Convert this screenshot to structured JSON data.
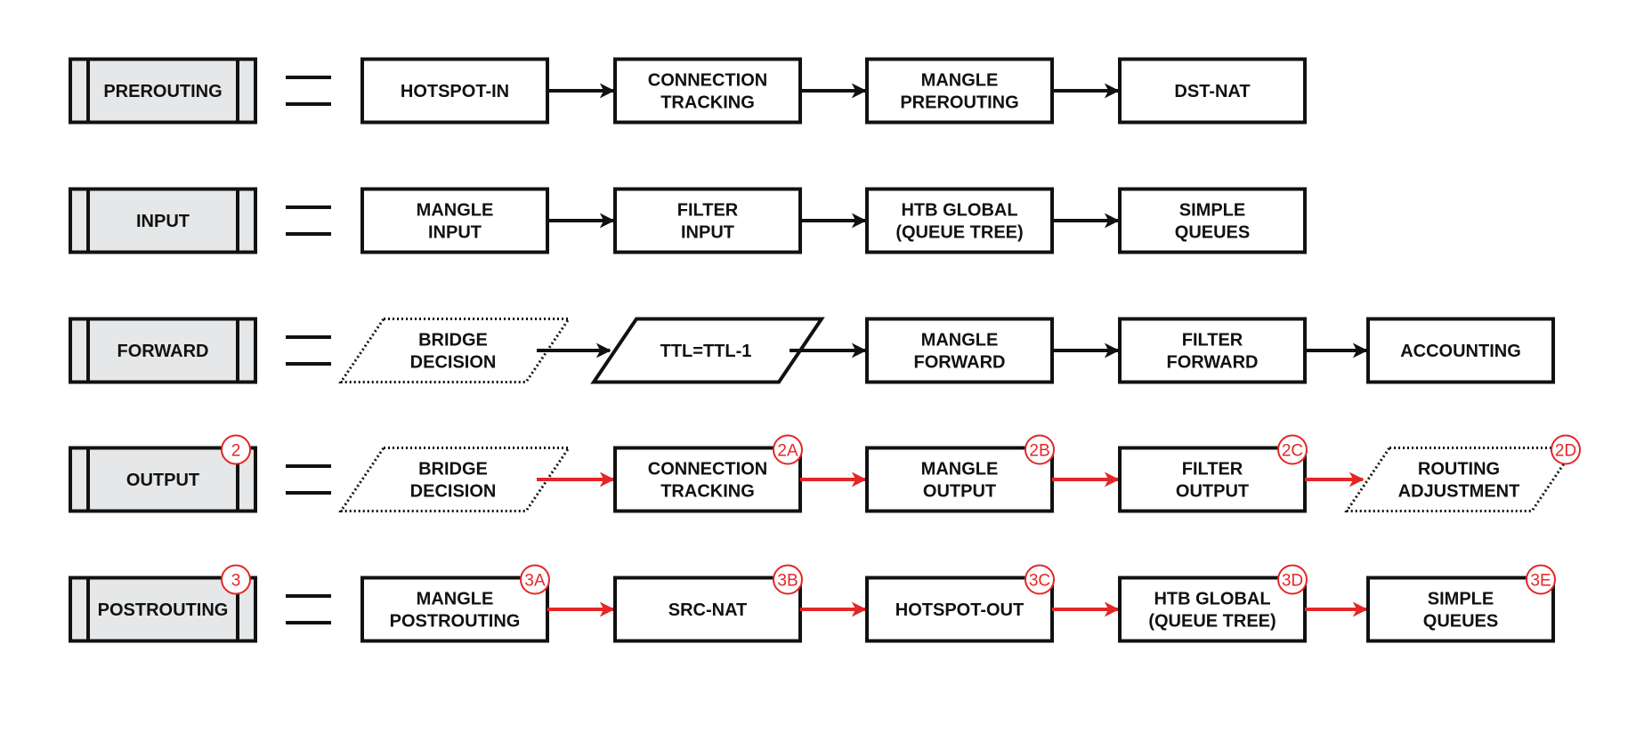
{
  "colors": {
    "stroke": "#111111",
    "chain_fill": "#e6e7e8",
    "box_fill": "#ffffff",
    "accent": "#e32726"
  },
  "rows": [
    {
      "chain": "PREROUTING",
      "badge": "",
      "steps": [
        {
          "lines": [
            "HOTSPOT-IN"
          ],
          "shape": "rect",
          "badge": ""
        },
        {
          "lines": [
            "CONNECTION",
            "TRACKING"
          ],
          "shape": "rect",
          "badge": ""
        },
        {
          "lines": [
            "MANGLE",
            "PREROUTING"
          ],
          "shape": "rect",
          "badge": ""
        },
        {
          "lines": [
            "DST-NAT"
          ],
          "shape": "rect",
          "badge": ""
        }
      ],
      "arrow_color": "black"
    },
    {
      "chain": "INPUT",
      "badge": "",
      "steps": [
        {
          "lines": [
            "MANGLE",
            "INPUT"
          ],
          "shape": "rect",
          "badge": ""
        },
        {
          "lines": [
            "FILTER",
            "INPUT"
          ],
          "shape": "rect",
          "badge": ""
        },
        {
          "lines": [
            "HTB GLOBAL",
            "(QUEUE TREE)"
          ],
          "shape": "rect",
          "badge": ""
        },
        {
          "lines": [
            "SIMPLE",
            "QUEUES"
          ],
          "shape": "rect",
          "badge": ""
        }
      ],
      "arrow_color": "black"
    },
    {
      "chain": "FORWARD",
      "badge": "",
      "steps": [
        {
          "lines": [
            "BRIDGE",
            "DECISION"
          ],
          "shape": "dotted-parallelogram",
          "badge": ""
        },
        {
          "lines": [
            "TTL=TTL-1"
          ],
          "shape": "parallelogram",
          "badge": ""
        },
        {
          "lines": [
            "MANGLE",
            "FORWARD"
          ],
          "shape": "rect",
          "badge": ""
        },
        {
          "lines": [
            "FILTER",
            "FORWARD"
          ],
          "shape": "rect",
          "badge": ""
        },
        {
          "lines": [
            "ACCOUNTING"
          ],
          "shape": "rect",
          "badge": ""
        }
      ],
      "arrow_color": "black"
    },
    {
      "chain": "OUTPUT",
      "badge": "2",
      "steps": [
        {
          "lines": [
            "BRIDGE",
            "DECISION"
          ],
          "shape": "dotted-parallelogram",
          "badge": ""
        },
        {
          "lines": [
            "CONNECTION",
            "TRACKING"
          ],
          "shape": "rect",
          "badge": "2A"
        },
        {
          "lines": [
            "MANGLE",
            "OUTPUT"
          ],
          "shape": "rect",
          "badge": "2B"
        },
        {
          "lines": [
            "FILTER",
            "OUTPUT"
          ],
          "shape": "rect",
          "badge": "2C"
        },
        {
          "lines": [
            "ROUTING",
            "ADJUSTMENT"
          ],
          "shape": "dotted-parallelogram",
          "badge": "2D"
        }
      ],
      "arrow_color": "red"
    },
    {
      "chain": "POSTROUTING",
      "badge": "3",
      "steps": [
        {
          "lines": [
            "MANGLE",
            "POSTROUTING"
          ],
          "shape": "rect",
          "badge": "3A"
        },
        {
          "lines": [
            "SRC-NAT"
          ],
          "shape": "rect",
          "badge": "3B"
        },
        {
          "lines": [
            "HOTSPOT-OUT"
          ],
          "shape": "rect",
          "badge": "3C"
        },
        {
          "lines": [
            "HTB GLOBAL",
            "(QUEUE TREE)"
          ],
          "shape": "rect",
          "badge": "3D"
        },
        {
          "lines": [
            "SIMPLE",
            "QUEUES"
          ],
          "shape": "rect",
          "badge": "3E"
        }
      ],
      "arrow_color": "red"
    }
  ]
}
